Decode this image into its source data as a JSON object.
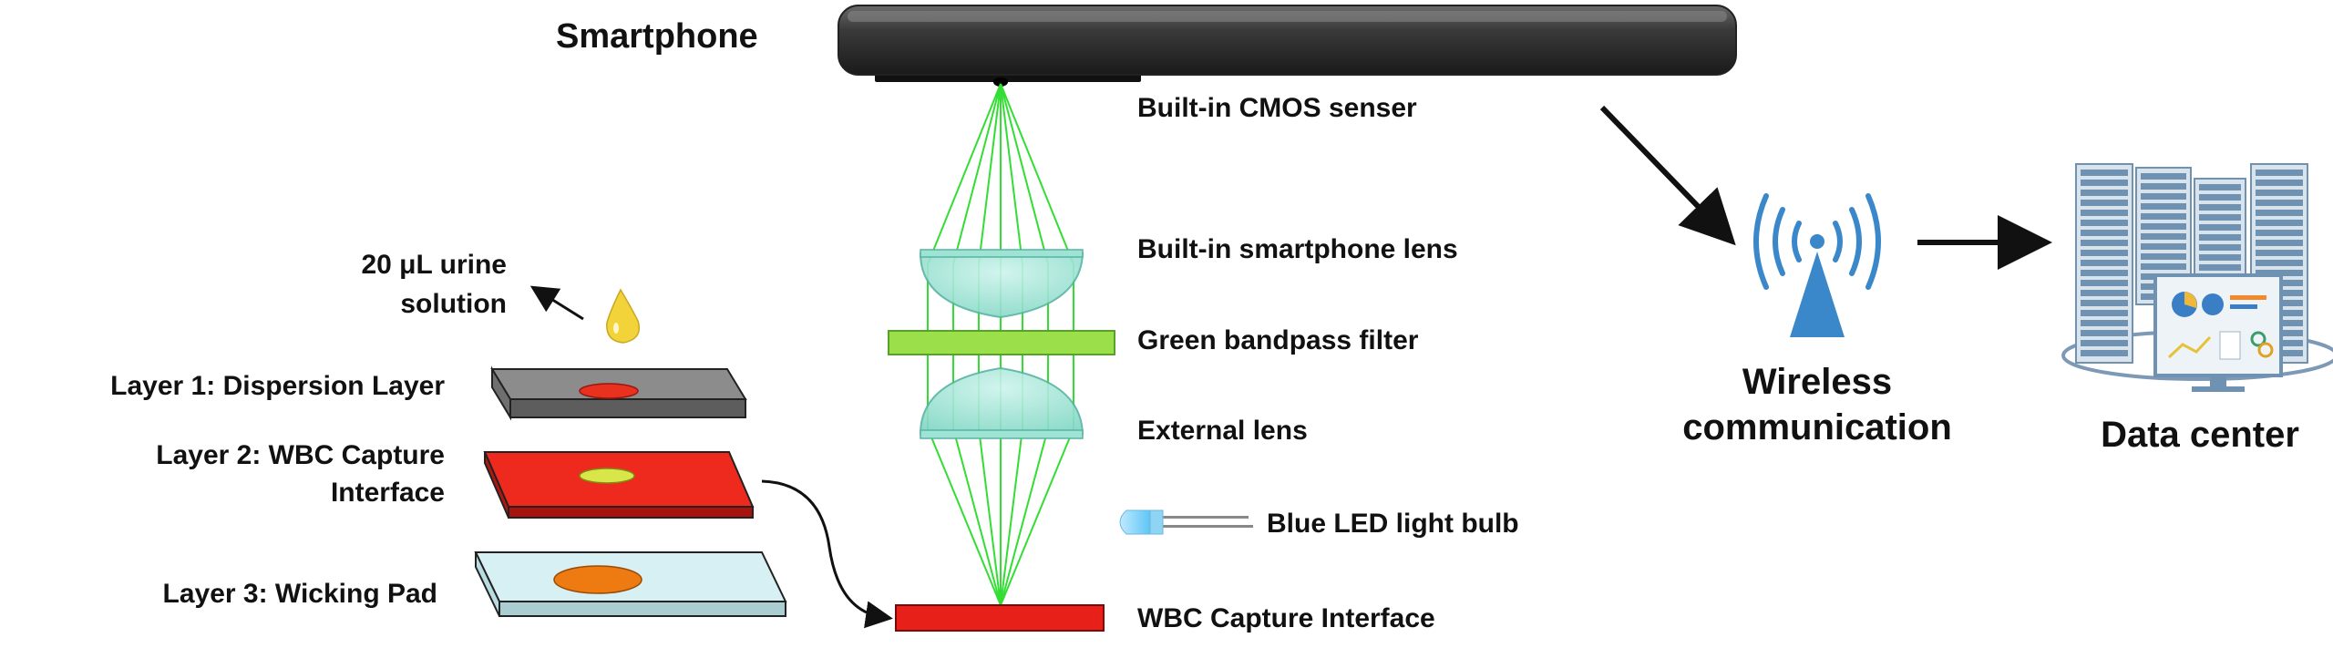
{
  "labels": {
    "smartphone": "Smartphone",
    "cmos": "Built-in CMOS senser",
    "phone_lens": "Built-in smartphone lens",
    "filter": "Green bandpass filter",
    "external_lens": "External lens",
    "led": "Blue LED light bulb",
    "wbc_interface": "WBC Capture Interface",
    "urine_line1": "20 μL urine",
    "urine_line2": "solution",
    "layer1": "Layer 1: Dispersion Layer",
    "layer2_line1": "Layer 2: WBC Capture",
    "layer2_line2": "Interface",
    "layer3": "Layer 3: Wicking Pad",
    "wireless_line1": "Wireless",
    "wireless_line2": "communication",
    "data_center": "Data center"
  },
  "colors": {
    "ray_green": "#33dd33",
    "lens_fill": "#8fe0cf",
    "filter_green": "#9be04a",
    "wbc_red": "#e8201a",
    "layer1_gray": "#8c8c8c",
    "layer2_red": "#ee2a1e",
    "layer3_blue": "#d6f0f3",
    "wifi_blue": "#3a87c9",
    "server_blue": "#6f92b3",
    "droplet_yellow": "#f2d43a"
  },
  "icons": [
    "smartphone-icon",
    "lens-icon",
    "filter-icon",
    "led-icon",
    "droplet-icon",
    "wireless-antenna-icon",
    "server-rack-icon",
    "monitor-icon"
  ]
}
